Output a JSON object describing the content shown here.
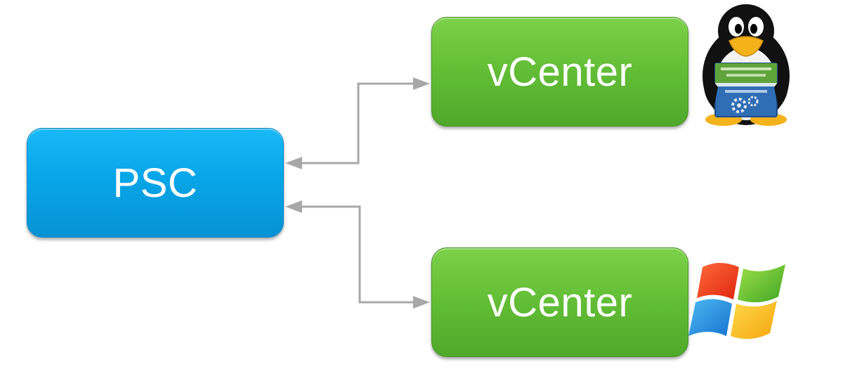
{
  "nodes": {
    "psc": {
      "label": "PSC",
      "color": "#08a6e8"
    },
    "vcenter_linux": {
      "label": "vCenter",
      "color": "#62bd35",
      "os_icon": "tux-penguin-icon"
    },
    "vcenter_windows": {
      "label": "vCenter",
      "color": "#62bd35",
      "os_icon": "windows-logo-icon"
    }
  },
  "edges": [
    {
      "from": "psc",
      "to": "vcenter_linux",
      "direction": "both"
    },
    {
      "from": "psc",
      "to": "vcenter_windows",
      "direction": "both"
    }
  ],
  "connector_color": "#a8a8a8"
}
